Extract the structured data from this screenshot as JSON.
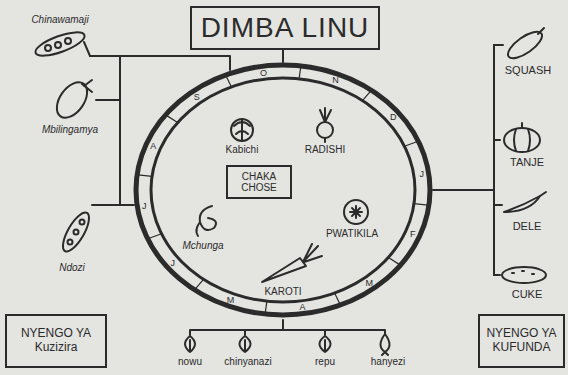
{
  "diagram": {
    "title": "DIMBA LINU",
    "nodes": [
      {
        "text": [
          "J",
          "F",
          "M",
          "A",
          "M",
          "J",
          "J",
          "A",
          "S",
          "O",
          "N",
          "D"
        ]
      },
      {
        "text": [
          "CHAKA CHOSE"
        ],
        "in": 0
      },
      {
        "text": [
          "NYENGO YA Kuzizira"
        ]
      },
      {
        "text": [
          "NYENGO YA KUFUNDA"
        ]
      }
    ],
    "labels": [
      "Kabichi",
      "RADISHI",
      "Mchunga",
      "PWATIKILA",
      "KAROTI",
      "Chinawamaji",
      "Mbilingamya",
      "Ndozi",
      "SQUASH",
      "TANJE",
      "DELE",
      "CUKE",
      "nowu",
      "chinyanazi",
      "repu",
      "hanyezi"
    ]
  }
}
